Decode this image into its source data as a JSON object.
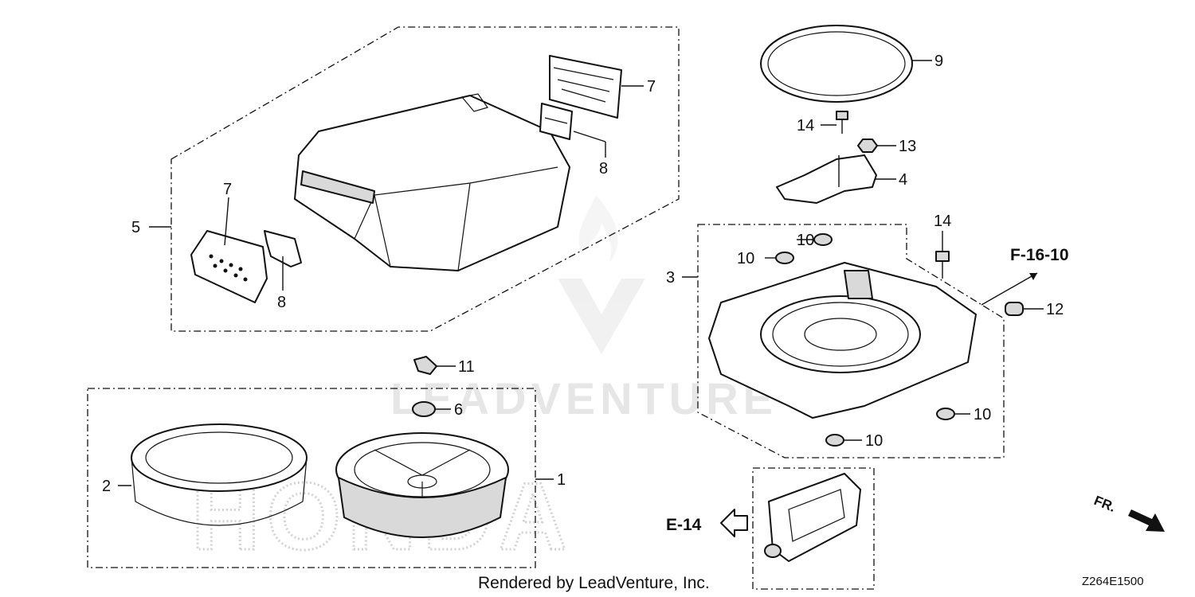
{
  "callouts": {
    "c1": "1",
    "c2": "2",
    "c3": "3",
    "c4": "4",
    "c5": "5",
    "c6": "6",
    "c7a": "7",
    "c7b": "7",
    "c8a": "8",
    "c8b": "8",
    "c9": "9",
    "c10a": "10",
    "c10b": "10",
    "c10c": "10",
    "c10d": "10",
    "c11": "11",
    "c12": "12",
    "c13": "13",
    "c14a": "14",
    "c14b": "14"
  },
  "references": {
    "right_ref": "F-16-10",
    "left_ref": "E-14"
  },
  "direction_label": "FR.",
  "credit": "Rendered by LeadVenture, Inc.",
  "diagram_code": "Z264E1500",
  "watermarks": {
    "company": "LEADVENTURE",
    "brand": "HONDA"
  },
  "colors": {
    "line": "#111111",
    "watermark": "#e6e6e6"
  }
}
